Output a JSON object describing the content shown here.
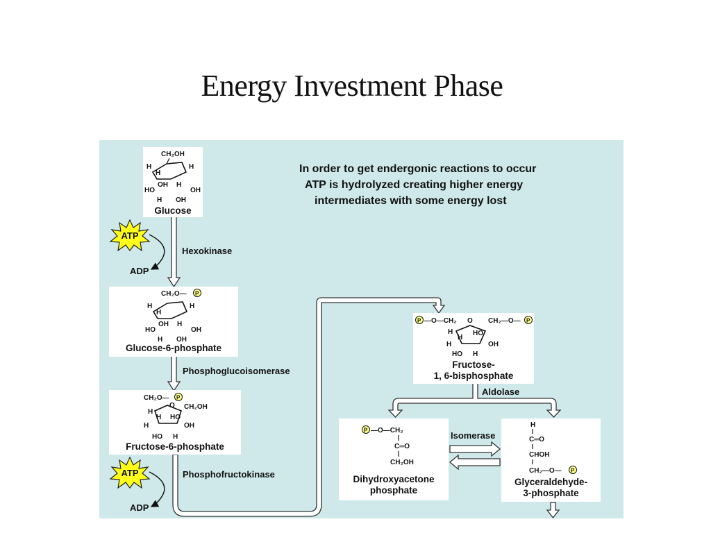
{
  "slide": {
    "title": "Energy Investment Phase"
  },
  "note": {
    "lines": [
      "In order to get endergonic reactions to occur",
      "ATP is hydrolyzed creating higher energy",
      "intermediates with some energy lost"
    ]
  },
  "compounds": {
    "glucose": "Glucose",
    "glucose_6p": "Glucose-6-phosphate",
    "fructose_6p": "Fructose-6-phosphate",
    "fructose_16bp_line1": "Fructose-",
    "fructose_16bp_line2": "1, 6-bisphosphate",
    "dhap_line1": "Dihydroxyacetone",
    "dhap_line2": "phosphate",
    "g3p_line1": "Glyceraldehyde-",
    "g3p_line2": "3-phosphate"
  },
  "enzymes": {
    "hexokinase": "Hexokinase",
    "phosphoglucoisomerase": "Phosphoglucoisomerase",
    "phosphofructokinase": "Phosphofructokinase",
    "aldolase": "Aldolase",
    "isomerase": "Isomerase"
  },
  "cofactors": {
    "atp_1": "ATP",
    "adp_1": "ADP",
    "atp_2": "ATP",
    "adp_2": "ADP"
  },
  "structure_labels": {
    "glucose": {
      "ch2oh": "CH₂OH",
      "h": "H",
      "oh": "OH",
      "ho": "HO"
    },
    "glucose_6p": {
      "ch2o": "CH₂O—",
      "p": "P",
      "h": "H",
      "oh": "OH",
      "ho": "HO"
    },
    "fructose_6p": {
      "ch2o": "CH₂O—",
      "p": "P",
      "o": "O",
      "ch2oh": "CH₂OH",
      "h": "H",
      "ho": "HO",
      "oh": "OH"
    },
    "fructose_16bp": {
      "p": "P",
      "o_ch2": "—O—CH₂",
      "o": "O",
      "ch2_o": "CH₂—O—",
      "h": "H",
      "ho": "HO",
      "oh": "OH"
    },
    "dhap": {
      "p": "P",
      "o_ch2": "—O—CH₂",
      "c_o": "C═O",
      "ch2oh": "CH₂OH"
    },
    "g3p": {
      "h": "H",
      "c_o": "C═O",
      "choh": "CHOH",
      "ch2o": "CH₂—O—",
      "p": "P"
    }
  },
  "colors": {
    "background_panel": "#cfe9ea",
    "atp_star_fill": "#ffff1a",
    "phosphate_circle_fill": "#ffff88",
    "arrow_fill": "#ffffff"
  }
}
